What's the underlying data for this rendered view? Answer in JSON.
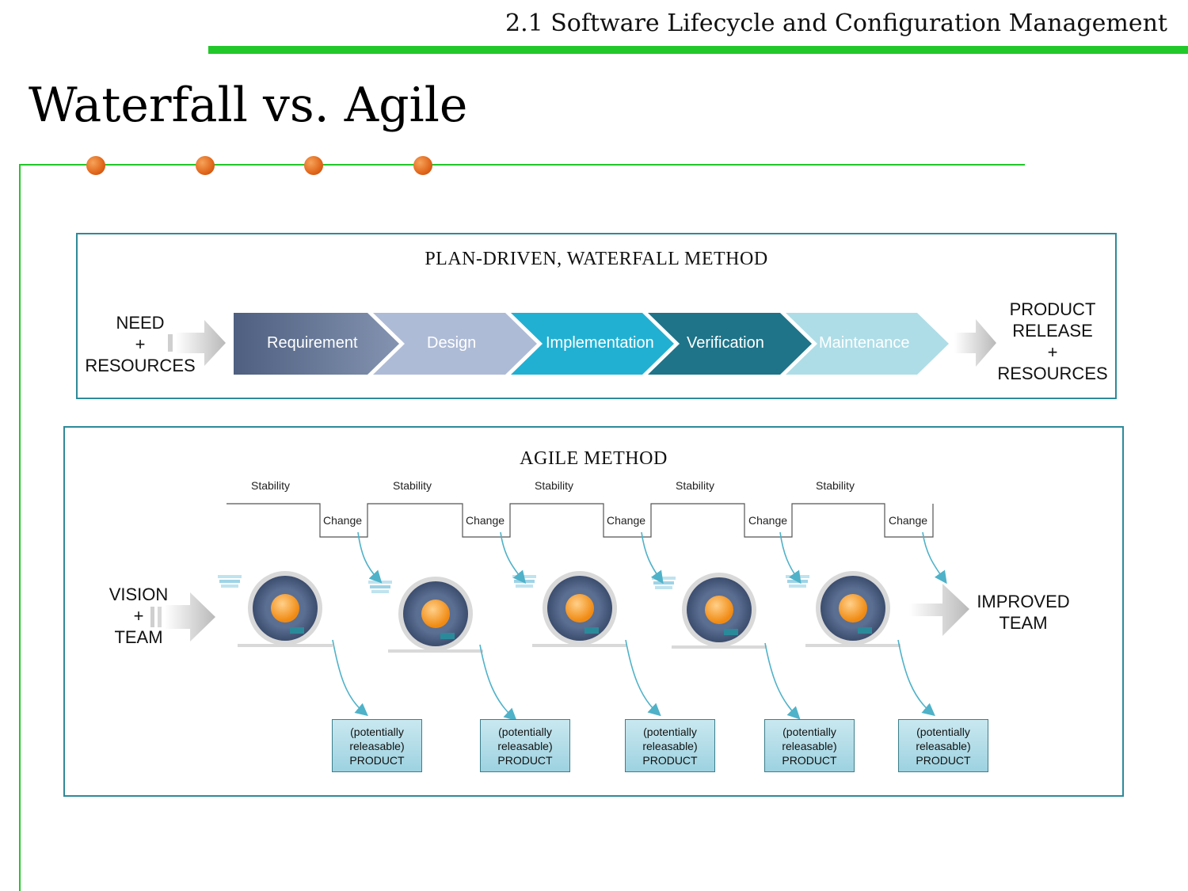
{
  "header": {
    "section_title": "2.1 Software Lifecycle and Configuration Management"
  },
  "slide": {
    "title": "Waterfall vs. Agile"
  },
  "colors": {
    "accent_green": "#22c72a",
    "bullet_orange": "#e0661a",
    "panel_border": "#2e8a99"
  },
  "waterfall": {
    "title": "PLAN-DRIVEN, WATERFALL METHOD",
    "input": {
      "line1": "NEED",
      "line2": "+",
      "line3": "RESOURCES"
    },
    "stages": [
      {
        "label": "Requirement",
        "color": "#5f7190"
      },
      {
        "label": "Design",
        "color": "#aebbd6"
      },
      {
        "label": "Implementation",
        "color": "#22b0d2"
      },
      {
        "label": "Verification",
        "color": "#1f7489"
      },
      {
        "label": "Maintenance",
        "color": "#aedde7"
      }
    ],
    "output": {
      "line1": "PRODUCT",
      "line2": "RELEASE",
      "line3": "+",
      "line4": "RESOURCES"
    }
  },
  "agile": {
    "title": "AGILE METHOD",
    "input": {
      "line1": "VISION",
      "line2": "+",
      "line3": "TEAM"
    },
    "output": {
      "line1": "IMPROVED",
      "line2": "TEAM"
    },
    "stability_label": "Stability",
    "change_label": "Change",
    "iterations": [
      {
        "stability": "Stability",
        "change": "Change",
        "product": {
          "line1": "(potentially",
          "line2": "releasable)",
          "line3": "PRODUCT"
        }
      },
      {
        "stability": "Stability",
        "change": "Change",
        "product": {
          "line1": "(potentially",
          "line2": "releasable)",
          "line3": "PRODUCT"
        }
      },
      {
        "stability": "Stability",
        "change": "Change",
        "product": {
          "line1": "(potentially",
          "line2": "releasable)",
          "line3": "PRODUCT"
        }
      },
      {
        "stability": "Stability",
        "change": "Change",
        "product": {
          "line1": "(potentially",
          "line2": "releasable)",
          "line3": "PRODUCT"
        }
      },
      {
        "stability": "Stability",
        "change": "Change",
        "product": {
          "line1": "(potentially",
          "line2": "releasable)",
          "line3": "PRODUCT"
        }
      }
    ]
  }
}
